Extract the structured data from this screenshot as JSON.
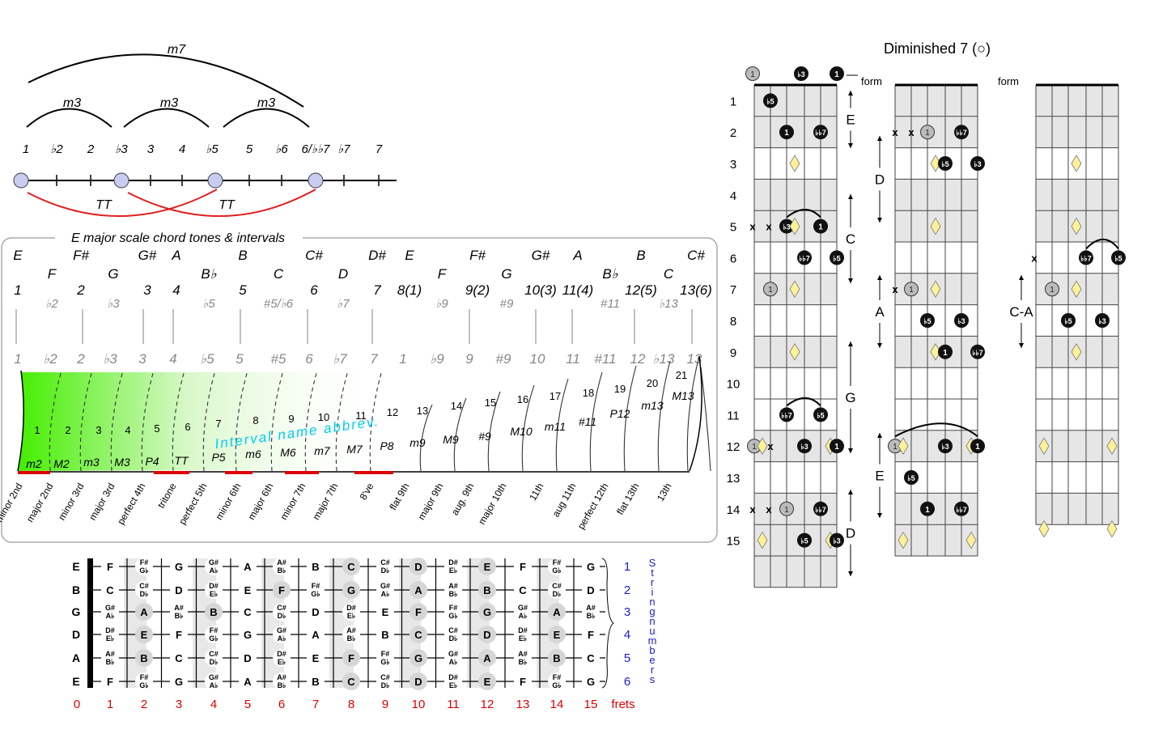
{
  "top_diagram": {
    "arcs": [
      "m7",
      "m3",
      "m3",
      "m3"
    ],
    "degrees": [
      "1",
      "♭2",
      "2",
      "♭3",
      "3",
      "4",
      "♭5",
      "5",
      "♭6",
      "6/♭♭7",
      "♭7",
      "7"
    ],
    "tritones": [
      "TT",
      "TT"
    ]
  },
  "scale_box": {
    "title": "E major scale chord tones & intervals",
    "notes": [
      {
        "name": "E",
        "deg": "1"
      },
      {
        "name": "F",
        "deg": "♭2"
      },
      {
        "name": "F#",
        "deg": "2"
      },
      {
        "name": "G",
        "deg": "♭3"
      },
      {
        "name": "G#",
        "deg": "3"
      },
      {
        "name": "A",
        "deg": "4"
      },
      {
        "name": "B♭",
        "deg": "♭5"
      },
      {
        "name": "B",
        "deg": "5"
      },
      {
        "name": "C",
        "deg": "#5/♭6"
      },
      {
        "name": "C#",
        "deg": "6"
      },
      {
        "name": "D",
        "deg": "♭7"
      },
      {
        "name": "D#",
        "deg": "7"
      },
      {
        "name": "E",
        "deg": "8(1)"
      },
      {
        "name": "F",
        "deg": "♭9"
      },
      {
        "name": "F#",
        "deg": "9(2)"
      },
      {
        "name": "G",
        "deg": "#9"
      },
      {
        "name": "G#",
        "deg": "10(3)"
      },
      {
        "name": "A",
        "deg": "11(4)"
      },
      {
        "name": "B♭",
        "deg": "#11"
      },
      {
        "name": "B",
        "deg": "12(5)"
      },
      {
        "name": "C",
        "deg": "♭13"
      },
      {
        "name": "C#",
        "deg": "13(6)"
      }
    ],
    "lower_degrees": [
      "1",
      "♭2",
      "2",
      "♭3",
      "3",
      "4",
      "♭5",
      "5",
      "#5",
      "6",
      "♭7",
      "7",
      "1",
      "♭9",
      "9",
      "#9",
      "10",
      "11",
      "#11",
      "12",
      "♭13",
      "13"
    ],
    "semitones": [
      "1",
      "2",
      "3",
      "4",
      "5",
      "6",
      "7",
      "8",
      "9",
      "10",
      "11",
      "12",
      "13",
      "14",
      "15",
      "16",
      "17",
      "18",
      "19",
      "20",
      "21"
    ],
    "abbrevs": [
      "m2",
      "M2",
      "m3",
      "M3",
      "P4",
      "TT",
      "P5",
      "m6",
      "M6",
      "m7",
      "M7",
      "P8",
      "m9",
      "M9",
      "#9",
      "M10",
      "m11",
      "#11",
      "P12",
      "m13",
      "M13"
    ],
    "interval_names": [
      "minor 2nd",
      "major 2nd",
      "minor 3rd",
      "major 3rd",
      "perfect 4th",
      "tritone",
      "perfect 5th",
      "minor 6th",
      "major 6th",
      "minor 7th",
      "major 7th",
      "8've",
      "flat 9th",
      "major 9th",
      "aug. 9th",
      "major 10th",
      "11th",
      "aug 11th",
      "perfect 12th",
      "flat 13th",
      "13th"
    ],
    "watermark": "Interval name abbrev."
  },
  "fretboard": {
    "open_strings": [
      "E",
      "B",
      "G",
      "D",
      "A",
      "E"
    ],
    "rows": [
      [
        "F",
        "F#/G♭",
        "G",
        "G#/A♭",
        "A",
        "A#/B♭",
        "B",
        "C",
        "C#/D♭",
        "D",
        "D#/E♭",
        "E",
        "F",
        "F#/G♭",
        "G"
      ],
      [
        "C",
        "C#/D♭",
        "D",
        "D#/E♭",
        "E",
        "F",
        "F#/G♭",
        "G",
        "G#/A♭",
        "A",
        "A#/B♭",
        "B",
        "C",
        "C#/D♭",
        "D"
      ],
      [
        "G#/A♭",
        "A",
        "A#/B♭",
        "B",
        "C",
        "C#/D♭",
        "D",
        "D#/E♭",
        "E",
        "F",
        "F#/G♭",
        "G",
        "G#/A♭",
        "A",
        "A#/B♭"
      ],
      [
        "D#/E♭",
        "E",
        "F",
        "F#/G♭",
        "G",
        "G#/A♭",
        "A",
        "A#/B♭",
        "B",
        "C",
        "C#/D♭",
        "D",
        "D#/E♭",
        "E",
        "F"
      ],
      [
        "A#/B♭",
        "B",
        "C",
        "C#/D♭",
        "D",
        "D#/E♭",
        "E",
        "F",
        "F#/G♭",
        "G",
        "G#/A♭",
        "A",
        "A#/B♭",
        "B",
        "C"
      ],
      [
        "F",
        "F#/G♭",
        "G",
        "G#/A♭",
        "A",
        "A#/B♭",
        "B",
        "C",
        "C#/D♭",
        "D",
        "D#/E♭",
        "E",
        "F",
        "F#/G♭",
        "G"
      ]
    ],
    "string_numbers": [
      "1",
      "2",
      "3",
      "4",
      "5",
      "6"
    ],
    "string_label": "String numbers",
    "frets": [
      "0",
      "1",
      "2",
      "3",
      "4",
      "5",
      "6",
      "7",
      "8",
      "9",
      "10",
      "11",
      "12",
      "13",
      "14",
      "15"
    ],
    "frets_label": "frets"
  },
  "dim7": {
    "title": "Diminished 7 (○)",
    "form_label": "form",
    "fret_numbers": [
      "1",
      "2",
      "3",
      "4",
      "5",
      "6",
      "7",
      "8",
      "9",
      "10",
      "11",
      "12",
      "13",
      "14",
      "15"
    ],
    "forms": [
      "E",
      "C",
      "G",
      "D",
      "D",
      "A",
      "E",
      "C-A"
    ],
    "top_markers": [
      "1",
      "♭3",
      "1"
    ],
    "deg_labels": [
      "1",
      "♭3",
      "♭5",
      "♭♭7"
    ],
    "mute": "x"
  },
  "colors": {
    "dot_fill": "#c8cdf0",
    "tritone": "#e02020",
    "green": "#44ee00",
    "fret_red": "#e00000",
    "string_blue": "#1a1ad0",
    "cyan": "#00ccee",
    "diamond": "#fff199"
  }
}
